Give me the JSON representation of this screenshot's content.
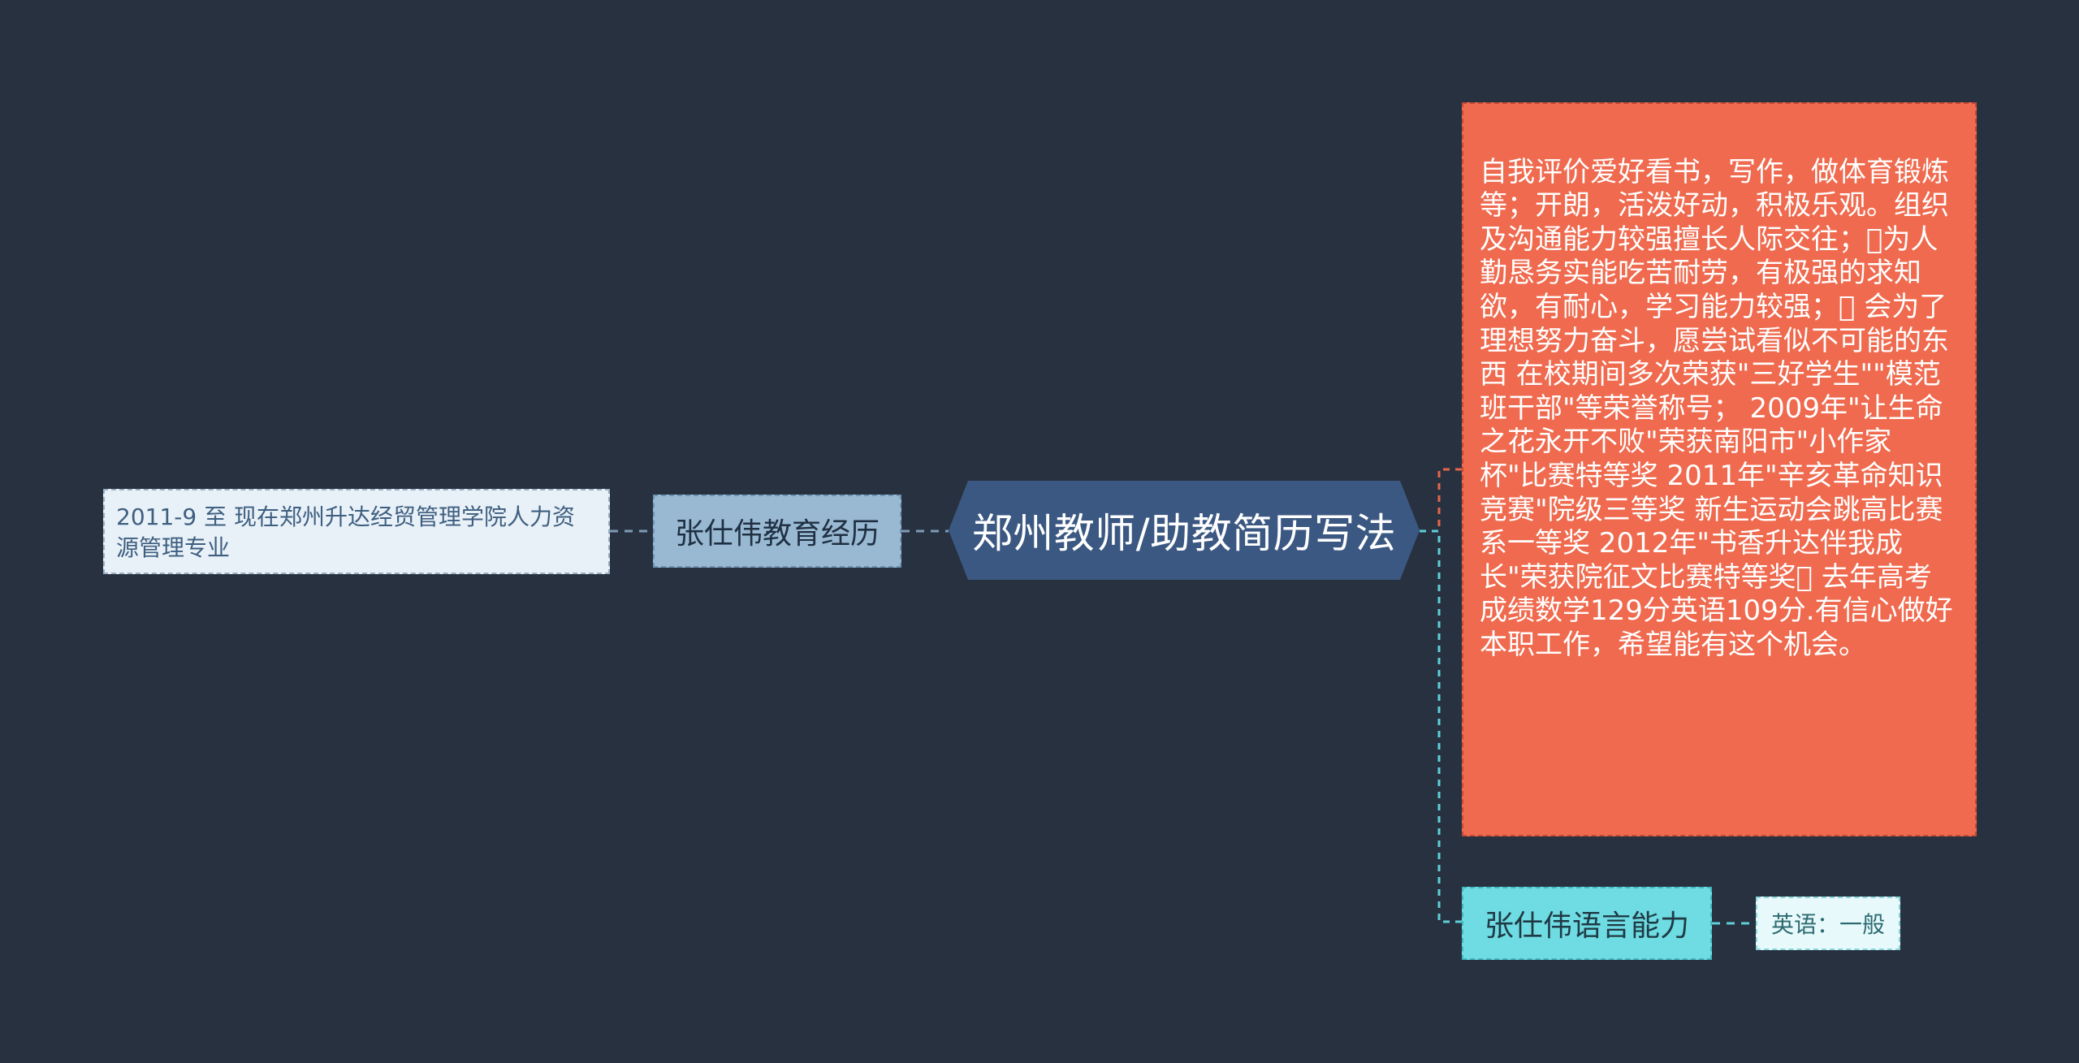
{
  "mindmap": {
    "root": {
      "label": "郑州教师/助教简历写法"
    },
    "left_branch": {
      "label": "张仕伟教育经历",
      "leaf": "2011-9 至 现在郑州升达经贸管理学院人力资源管理专业"
    },
    "self_evaluation": {
      "text": "自我评价爱好看书，写作，做体育锻炼等；开朗，活泼好动，积极乐观。组织及沟通能力较强擅长人际交往；\u0000为人勤恳务实能吃苦耐劳，有极强的求知欲，有耐心，学习能力较强；\u0000 会为了理想努力奋斗，愿尝试看似不可能的东西 在校期间多次荣获\"三好学生\"\"模范班干部\"等荣誉称号； 2009年\"让生命之花永开不败\"荣获南阳市\"小作家杯\"比赛特等奖 2011年\"辛亥革命知识竞赛\"院级三等奖 新生运动会跳高比赛系一等奖 2012年\"书香升达伴我成长\"荣获院征文比赛特等奖\u0000 去年高考成绩数学129分英语109分.有信心做好本职工作，希望能有这个机会。"
    },
    "language_branch": {
      "label": "张仕伟语言能力",
      "leaf": "英语：一般"
    }
  },
  "colors": {
    "background": "#283140",
    "root": "#3b5882",
    "left_branch": "#99b9d3",
    "self_evaluation": "#ef6a4e",
    "language_branch": "#6fdbe2"
  }
}
